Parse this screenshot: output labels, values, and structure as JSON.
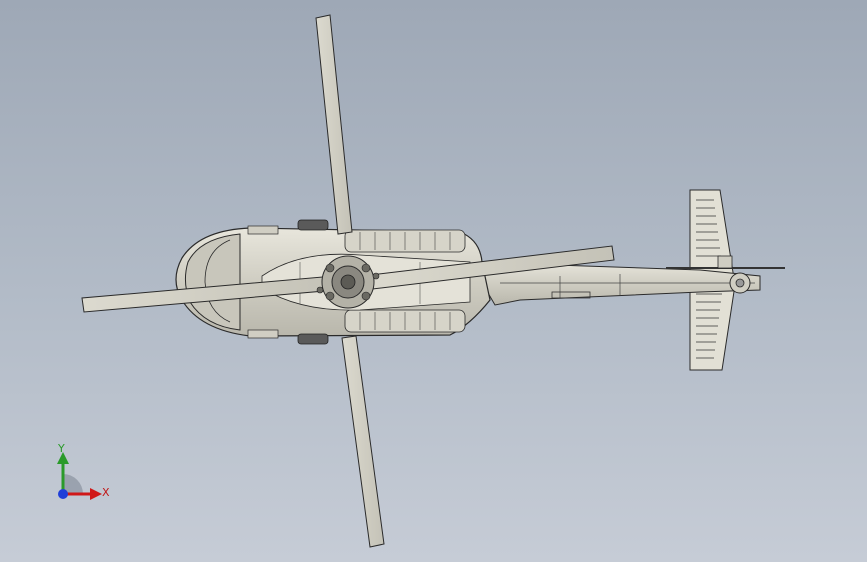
{
  "viewport": {
    "background_top": "#9ea8b6",
    "background_bottom": "#c6ccd6",
    "model": {
      "name": "helicopter",
      "body_color": "#d9d7cc",
      "line_color": "#2a2a2a"
    }
  },
  "triad": {
    "y_label": "Y",
    "x_label": "X",
    "y_color": "#2a9a2a",
    "x_color": "#d01818",
    "z_color": "#1f3fd8"
  }
}
